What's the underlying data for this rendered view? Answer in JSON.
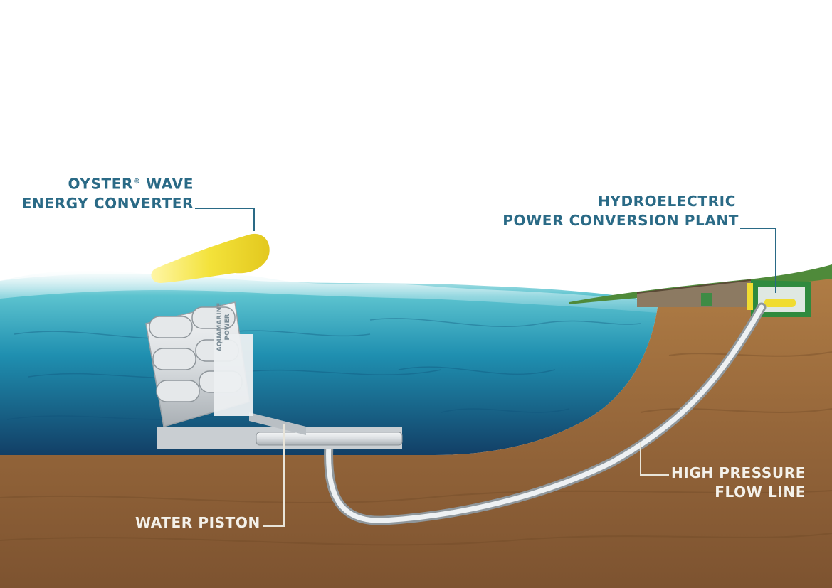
{
  "labels": {
    "oyster": {
      "line1": "OYSTER",
      "registered_mark": "®",
      "line1_rest": " WAVE",
      "line2": "ENERGY CONVERTER"
    },
    "hydro": {
      "line1": "HYDROELECTRIC",
      "line2": "POWER CONVERSION PLANT"
    },
    "piston": "WATER PISTON",
    "flow": {
      "line1": "HIGH PRESSURE",
      "line2": "FLOW LINE"
    },
    "device_brand": {
      "line1": "AQUAMARINE",
      "line2": "POWER"
    }
  },
  "colors": {
    "label_dark": "#2a6a86",
    "label_light": "#f4f1ea",
    "leader_dark": "#2a6a86",
    "leader_light": "#e8e4d9",
    "sea": "#1f8fb0",
    "seabed": "#a4743f",
    "oyster_flap": "#f3e23a",
    "pipe": "#dfe4e7",
    "grass": "#4f8a3a"
  }
}
